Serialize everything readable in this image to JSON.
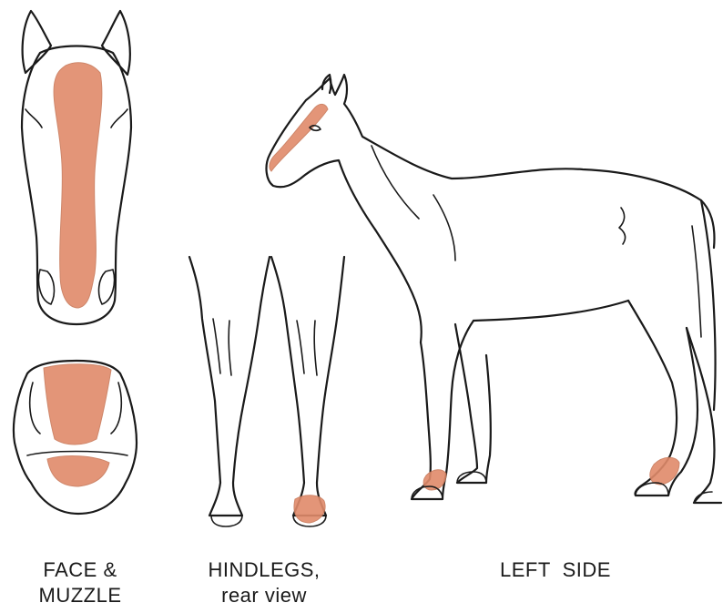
{
  "captions": {
    "face": {
      "line1": "FACE &",
      "line2": "MUZZLE"
    },
    "hindlegs": {
      "line1": "HINDLEGS,",
      "line2": "rear view"
    },
    "left_side": {
      "line1": "LEFT  SIDE"
    }
  },
  "colors": {
    "marking": "#e08a6a",
    "marking_dark": "#c97a5a",
    "line": "#1a1a1a",
    "background": "#ffffff"
  }
}
